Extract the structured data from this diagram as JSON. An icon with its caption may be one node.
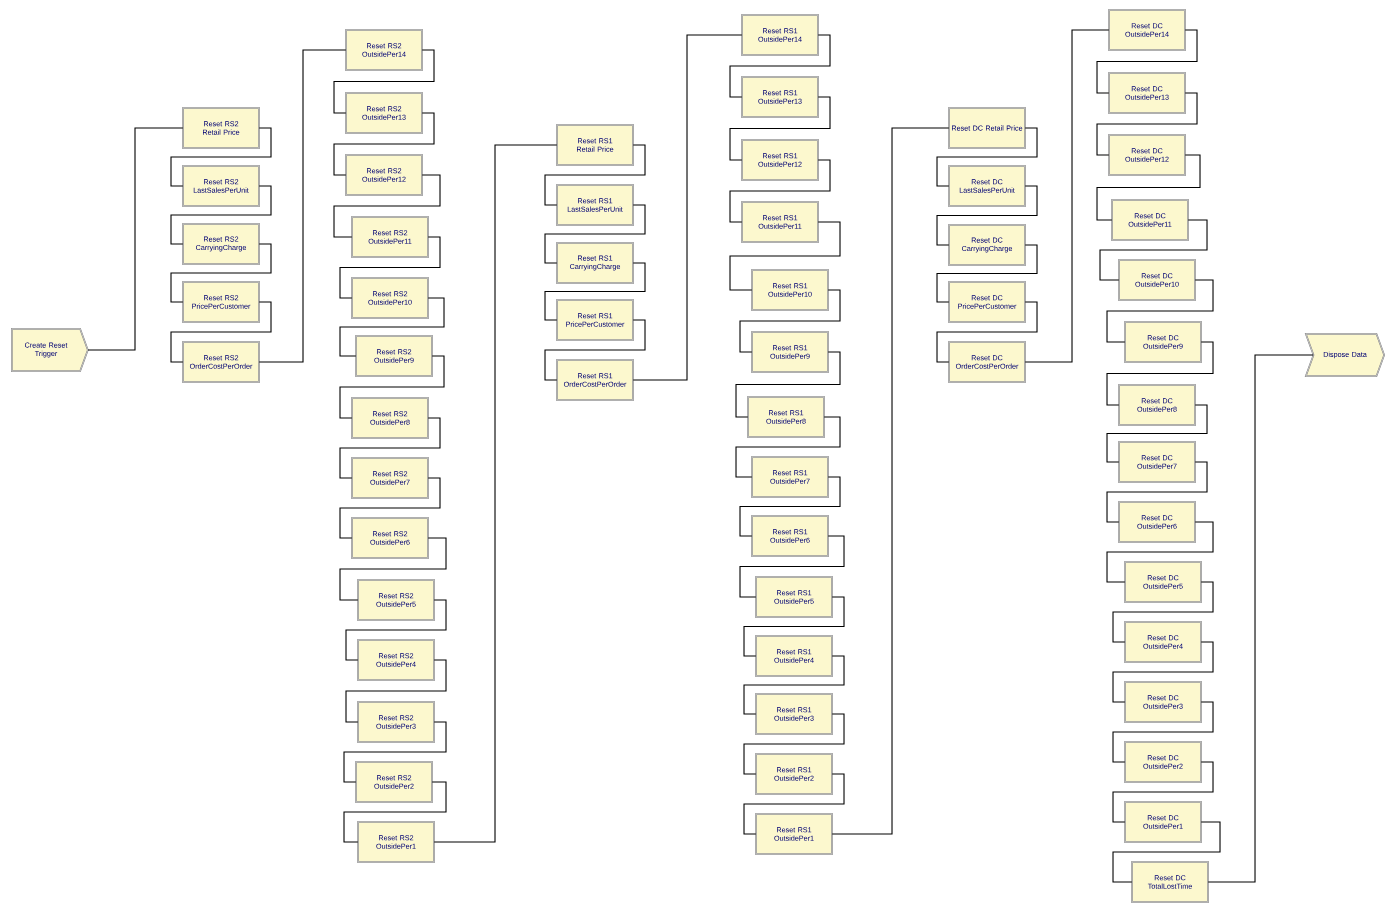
{
  "diagram": {
    "nodes": [
      {
        "text": [
          "Create Reset Trigger"
        ]
      },
      {
        "text": [
          "Reset RS2 Retail Price"
        ]
      },
      {
        "text": [
          "Reset RS2 LastSalesPerUnit"
        ]
      },
      {
        "text": [
          "Reset RS2 CarryingCharge"
        ]
      },
      {
        "text": [
          "Reset RS2 PricePerCustomer"
        ]
      },
      {
        "text": [
          "Reset RS2 OrderCostPerOrder"
        ]
      },
      {
        "text": [
          "Reset RS2 OutsidePer14"
        ]
      },
      {
        "text": [
          "Reset RS2 OutsidePer13"
        ]
      },
      {
        "text": [
          "Reset RS2 OutsidePer12"
        ]
      },
      {
        "text": [
          "Reset RS2 OutsidePer11"
        ]
      },
      {
        "text": [
          "Reset RS2 OutsidePer10"
        ]
      },
      {
        "text": [
          "Reset RS2 OutsidePer9"
        ]
      },
      {
        "text": [
          "Reset RS2 OutsidePer8"
        ]
      },
      {
        "text": [
          "Reset RS2 OutsidePer7"
        ]
      },
      {
        "text": [
          "Reset RS2 OutsidePer6"
        ]
      },
      {
        "text": [
          "Reset RS2 OutsidePer5"
        ]
      },
      {
        "text": [
          "Reset RS2 OutsidePer4"
        ]
      },
      {
        "text": [
          "Reset RS2 OutsidePer3"
        ]
      },
      {
        "text": [
          "Reset RS2 OutsidePer2"
        ]
      },
      {
        "text": [
          "Reset RS2 OutsidePer1"
        ]
      },
      {
        "text": [
          "Reset RS1 Retail Price"
        ]
      },
      {
        "text": [
          "Reset RS1 LastSalesPerUnit"
        ]
      },
      {
        "text": [
          "Reset RS1 CarryingCharge"
        ]
      },
      {
        "text": [
          "Reset RS1 PricePerCustomer"
        ]
      },
      {
        "text": [
          "Reset RS1 OrderCostPerOrder"
        ]
      },
      {
        "text": [
          "Reset RS1 OutsidePer14"
        ]
      },
      {
        "text": [
          "Reset RS1 OutsidePer13"
        ]
      },
      {
        "text": [
          "Reset RS1 OutsidePer12"
        ]
      },
      {
        "text": [
          "Reset RS1 OutsidePer11"
        ]
      },
      {
        "text": [
          "Reset RS1 OutsidePer10"
        ]
      },
      {
        "text": [
          "Reset RS1 OutsidePer9"
        ]
      },
      {
        "text": [
          "Reset RS1 OutsidePer8"
        ]
      },
      {
        "text": [
          "Reset RS1 OutsidePer7"
        ]
      },
      {
        "text": [
          "Reset RS1 OutsidePer6"
        ]
      },
      {
        "text": [
          "Reset RS1 OutsidePer5"
        ]
      },
      {
        "text": [
          "Reset RS1 OutsidePer4"
        ]
      },
      {
        "text": [
          "Reset RS1 OutsidePer3"
        ]
      },
      {
        "text": [
          "Reset RS1 OutsidePer2"
        ]
      },
      {
        "text": [
          "Reset RS1 OutsidePer1"
        ]
      },
      {
        "text": [
          "Reset DC Retail Price"
        ]
      },
      {
        "text": [
          "Reset DC LastSalesPerUnit"
        ]
      },
      {
        "text": [
          "Reset DC CarryingCharge"
        ]
      },
      {
        "text": [
          "Reset DC PricePerCustomer"
        ]
      },
      {
        "text": [
          "Reset DC OrderCostPerOrder"
        ]
      },
      {
        "text": [
          "Reset DC OutsidePer14"
        ]
      },
      {
        "text": [
          "Reset DC OutsidePer13"
        ]
      },
      {
        "text": [
          "Reset DC OutsidePer12"
        ]
      },
      {
        "text": [
          "Reset DC OutsidePer11"
        ]
      },
      {
        "text": [
          "Reset DC OutsidePer10"
        ]
      },
      {
        "text": [
          "Reset DC OutsidePer9"
        ]
      },
      {
        "text": [
          "Reset DC OutsidePer8"
        ]
      },
      {
        "text": [
          "Reset DC OutsidePer7"
        ]
      },
      {
        "text": [
          "Reset DC OutsidePer6"
        ]
      },
      {
        "text": [
          "Reset DC OutsidePer5"
        ]
      },
      {
        "text": [
          "Reset DC OutsidePer4"
        ]
      },
      {
        "text": [
          "Reset DC OutsidePer3"
        ]
      },
      {
        "text": [
          "Reset DC OutsidePer2"
        ]
      },
      {
        "text": [
          "Reset DC OutsidePer1"
        ]
      },
      {
        "text": [
          "Reset DC TotalLostTime"
        ]
      },
      {
        "text": [
          "Dispose Data"
        ]
      }
    ],
    "edges": [
      {
        "from": 0,
        "to": 1,
        "arrow": "none"
      },
      {
        "from": 1,
        "to": 2,
        "arrow": "none"
      },
      {
        "from": 2,
        "to": 3,
        "arrow": "none"
      },
      {
        "from": 3,
        "to": 4,
        "arrow": "none"
      },
      {
        "from": 4,
        "to": 5,
        "arrow": "none"
      },
      {
        "from": 5,
        "to": 6,
        "arrow": "none"
      },
      {
        "from": 6,
        "to": 7,
        "arrow": "none"
      },
      {
        "from": 7,
        "to": 8,
        "arrow": "none"
      },
      {
        "from": 8,
        "to": 9,
        "arrow": "none"
      },
      {
        "from": 9,
        "to": 10,
        "arrow": "none"
      },
      {
        "from": 10,
        "to": 11,
        "arrow": "none"
      },
      {
        "from": 11,
        "to": 12,
        "arrow": "none"
      },
      {
        "from": 12,
        "to": 13,
        "arrow": "none"
      },
      {
        "from": 13,
        "to": 14,
        "arrow": "none"
      },
      {
        "from": 14,
        "to": 15,
        "arrow": "none"
      },
      {
        "from": 15,
        "to": 16,
        "arrow": "none"
      },
      {
        "from": 16,
        "to": 17,
        "arrow": "none"
      },
      {
        "from": 17,
        "to": 18,
        "arrow": "none"
      },
      {
        "from": 18,
        "to": 19,
        "arrow": "none"
      },
      {
        "from": 19,
        "to": 20,
        "arrow": "none"
      },
      {
        "from": 20,
        "to": 21,
        "arrow": "none"
      },
      {
        "from": 21,
        "to": 22,
        "arrow": "none"
      },
      {
        "from": 22,
        "to": 23,
        "arrow": "none"
      },
      {
        "from": 23,
        "to": 24,
        "arrow": "none"
      },
      {
        "from": 24,
        "to": 25,
        "arrow": "none"
      },
      {
        "from": 25,
        "to": 26,
        "arrow": "none"
      },
      {
        "from": 26,
        "to": 27,
        "arrow": "none"
      },
      {
        "from": 27,
        "to": 28,
        "arrow": "none"
      },
      {
        "from": 28,
        "to": 29,
        "arrow": "none"
      },
      {
        "from": 29,
        "to": 30,
        "arrow": "none"
      },
      {
        "from": 30,
        "to": 31,
        "arrow": "none"
      },
      {
        "from": 31,
        "to": 32,
        "arrow": "none"
      },
      {
        "from": 32,
        "to": 33,
        "arrow": "none"
      },
      {
        "from": 33,
        "to": 34,
        "arrow": "none"
      },
      {
        "from": 34,
        "to": 35,
        "arrow": "none"
      },
      {
        "from": 35,
        "to": 36,
        "arrow": "none"
      },
      {
        "from": 36,
        "to": 37,
        "arrow": "none"
      },
      {
        "from": 37,
        "to": 38,
        "arrow": "none"
      },
      {
        "from": 38,
        "to": 39,
        "arrow": "none"
      },
      {
        "from": 39,
        "to": 40,
        "arrow": "none"
      },
      {
        "from": 40,
        "to": 41,
        "arrow": "none"
      },
      {
        "from": 41,
        "to": 42,
        "arrow": "none"
      },
      {
        "from": 42,
        "to": 43,
        "arrow": "none"
      },
      {
        "from": 43,
        "to": 44,
        "arrow": "none"
      },
      {
        "from": 44,
        "to": 45,
        "arrow": "none"
      },
      {
        "from": 45,
        "to": 46,
        "arrow": "none"
      },
      {
        "from": 46,
        "to": 47,
        "arrow": "none"
      },
      {
        "from": 47,
        "to": 48,
        "arrow": "none"
      },
      {
        "from": 48,
        "to": 49,
        "arrow": "none"
      },
      {
        "from": 49,
        "to": 50,
        "arrow": "none"
      },
      {
        "from": 50,
        "to": 51,
        "arrow": "none"
      },
      {
        "from": 51,
        "to": 52,
        "arrow": "none"
      },
      {
        "from": 52,
        "to": 53,
        "arrow": "none"
      },
      {
        "from": 53,
        "to": 54,
        "arrow": "none"
      },
      {
        "from": 54,
        "to": 55,
        "arrow": "none"
      },
      {
        "from": 55,
        "to": 56,
        "arrow": "none"
      },
      {
        "from": 56,
        "to": 57,
        "arrow": "none"
      },
      {
        "from": 57,
        "to": 58,
        "arrow": "none"
      },
      {
        "from": 58,
        "to": 59,
        "arrow": "none"
      }
    ]
  }
}
